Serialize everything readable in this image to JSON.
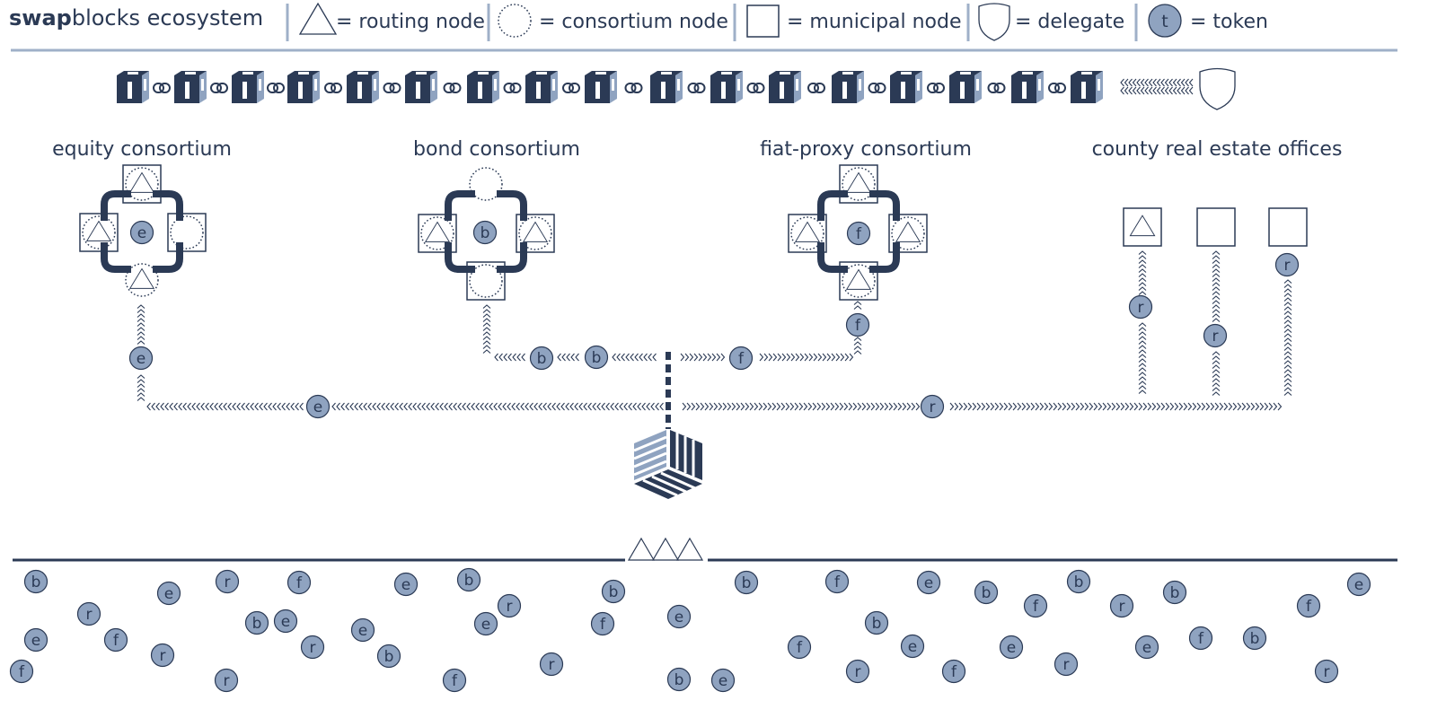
{
  "header": {
    "title_bold": "swap",
    "title_rest": "blocks ecosystem"
  },
  "legend": [
    {
      "icon": "triangle-icon",
      "label": "= routing node"
    },
    {
      "icon": "dotted-circle-icon",
      "label": "= consortium node"
    },
    {
      "icon": "square-icon",
      "label": "= municipal node"
    },
    {
      "icon": "shield-icon",
      "label": "= delegate"
    },
    {
      "icon": "token-circle-icon",
      "symbol": "t",
      "label": "= token"
    }
  ],
  "groups": {
    "equity": {
      "title": "equity consortium",
      "center": "e"
    },
    "bond": {
      "title": "bond consortium",
      "center": "b"
    },
    "fiat": {
      "title": "fiat-proxy consortium",
      "center": "f"
    },
    "county": {
      "title": "county real estate offices"
    }
  },
  "flow_tokens": {
    "equity_path": [
      "e",
      "e"
    ],
    "bond_path": [
      "b",
      "b"
    ],
    "fiat_path": [
      "f",
      "f"
    ],
    "county_path": [
      "r",
      "r",
      "r",
      "r"
    ]
  },
  "pool_tokens": [
    "b",
    "r",
    "e",
    "f",
    "e",
    "f",
    "r",
    "b",
    "e",
    "r",
    "f",
    "r",
    "r",
    "e",
    "e",
    "b",
    "b",
    "r",
    "e",
    "f",
    "r",
    "b",
    "f",
    "e",
    "b",
    "e",
    "b",
    "f",
    "b",
    "f",
    "r",
    "e",
    "e",
    "f",
    "b",
    "f",
    "e",
    "b",
    "r",
    "r",
    "b",
    "e",
    "f",
    "b",
    "f",
    "r",
    "e",
    "r",
    "f"
  ],
  "colors": {
    "navy": "#2b3a55",
    "token_fill": "#8fa3c0",
    "divider": "#9fb0c8",
    "cube_light": "#8fa3c0"
  }
}
